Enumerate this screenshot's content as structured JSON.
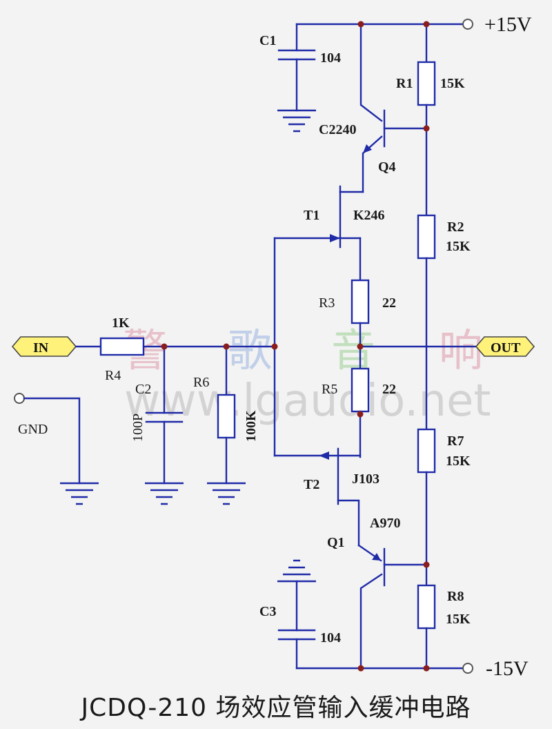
{
  "caption": "JCDQ-210 场效应管输入缓冲电路",
  "watermark": {
    "chars": [
      "警",
      "歌",
      "音",
      "响"
    ],
    "url": "www.lgaudio.net"
  },
  "rails": {
    "positive": "+15V",
    "negative": "-15V"
  },
  "ports": {
    "input": "IN",
    "output": "OUT",
    "ground": "GND"
  },
  "components": {
    "c1": {
      "ref": "C1",
      "value": "104"
    },
    "c2": {
      "ref": "C2",
      "value": "100P"
    },
    "c3": {
      "ref": "C3",
      "value": "104"
    },
    "r1": {
      "ref": "R1",
      "value": "15K"
    },
    "r2": {
      "ref": "R2",
      "value": "15K"
    },
    "r3": {
      "ref": "R3",
      "value": "22"
    },
    "r4": {
      "ref": "R4",
      "value": "1K"
    },
    "r5": {
      "ref": "R5",
      "value": "22"
    },
    "r6": {
      "ref": "R6",
      "value": "100K"
    },
    "r7": {
      "ref": "R7",
      "value": "15K"
    },
    "r8": {
      "ref": "R8",
      "value": "15K"
    },
    "t1": {
      "ref": "T1",
      "value": "K246"
    },
    "t2": {
      "ref": "T2",
      "value": "J103"
    },
    "q1": {
      "ref": "Q1",
      "value": "A970"
    },
    "q4": {
      "ref": "Q4",
      "value": "C2240"
    }
  },
  "colors": {
    "wire": "#1f2aa8",
    "junction": "#8a1e1e",
    "port_fill": "#fff27a",
    "background": "#f2f3f2"
  }
}
